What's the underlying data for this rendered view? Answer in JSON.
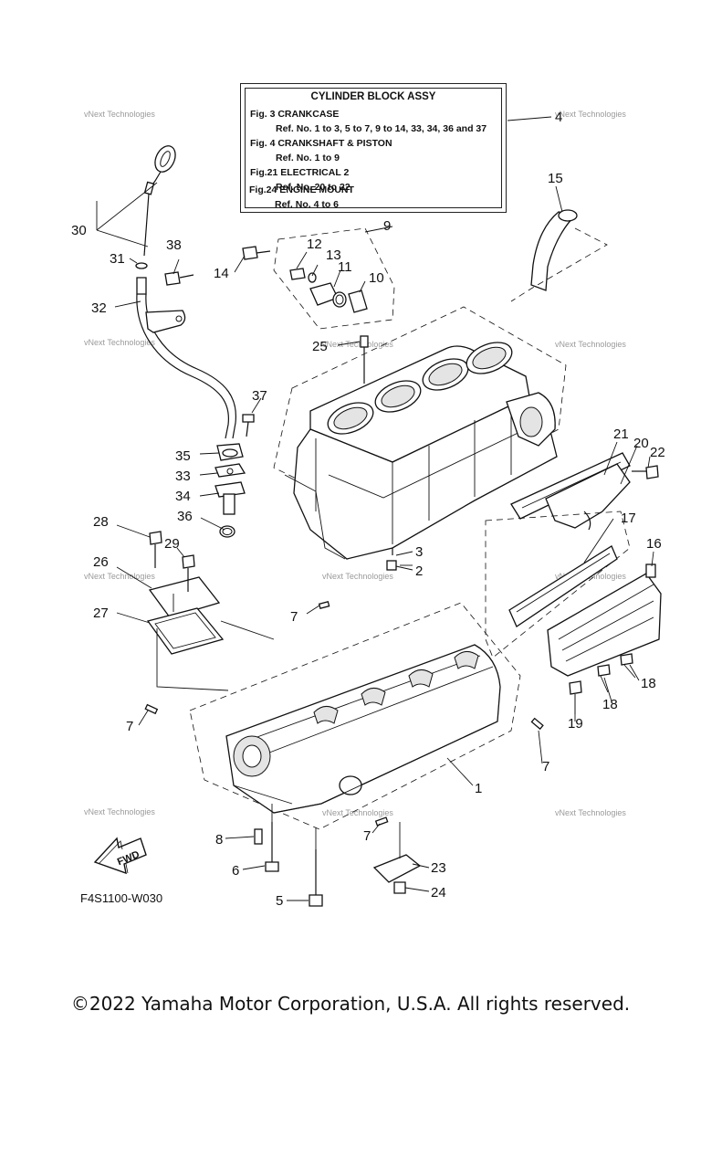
{
  "info_box": {
    "title": "CYLINDER BLOCK ASSY",
    "rows": [
      "Fig. 3 CRANKCASE",
      "Ref. No. 1 to 3, 5 to 7, 9 to 14, 33, 34, 36 and 37",
      "Fig. 4 CRANKSHAFT & PISTON",
      "Ref. No. 1 to 9",
      "Fig.21 ELECTRICAL 2",
      "Ref. No. 20 to 22",
      "Fig.24 ENGINE MOUNT",
      "Ref. No. 4 to 6"
    ]
  },
  "callouts": [
    "1",
    "2",
    "3",
    "4",
    "5",
    "6",
    "7",
    "8",
    "9",
    "10",
    "11",
    "12",
    "13",
    "14",
    "15",
    "16",
    "17",
    "18",
    "19",
    "20",
    "21",
    "22",
    "23",
    "24",
    "25",
    "26",
    "27",
    "28",
    "29",
    "30",
    "31",
    "32",
    "33",
    "34",
    "35",
    "36",
    "37",
    "38"
  ],
  "fwd_label": "FWD",
  "figure_code": "F4S1100-W030",
  "watermark": "vNext Technologies",
  "copyright": "©2022 Yamaha Motor Corporation, U.S.A. All rights reserved."
}
